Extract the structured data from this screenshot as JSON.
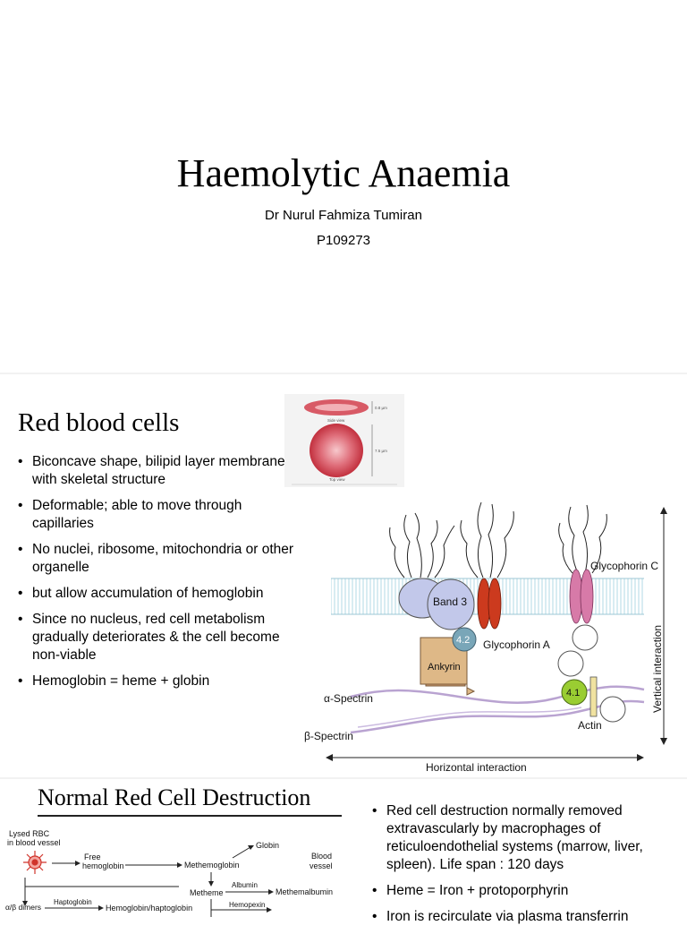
{
  "slide1": {
    "title": "Haemolytic Anaemia",
    "author": "Dr Nurul Fahmiza Tumiran",
    "id": "P109273"
  },
  "slide2": {
    "title": "Red blood cells",
    "bullets": [
      "Biconcave shape, bilipid layer membrane with skeletal structure",
      "Deformable; able to move through capillaries",
      "No nuclei, ribosome, mitochondria or other organelle",
      "but allow accumulation of hemoglobin",
      "Since no nucleus, red cell metabolism gradually deteriorates & the cell become non-viable",
      "Hemoglobin = heme + globin"
    ],
    "rbc_figure": {
      "side_label": "Side view",
      "top_label": "Top view",
      "dim1": "0.8 µm",
      "dim2": "7.5 µm"
    },
    "membrane_diagram": {
      "band3": "Band 3",
      "band42": "4.2",
      "glycophorin_a": "Glycophorin A",
      "glycophorin_c": "Glycophorin C",
      "ankyrin": "Ankyrin",
      "alpha_spectrin": "α-Spectrin",
      "beta_spectrin": "β-Spectrin",
      "band41": "4.1",
      "actin": "Actin",
      "vertical": "Vertical interaction",
      "horizontal": "Horizontal interaction"
    }
  },
  "slide3": {
    "title": "Normal Red Cell Destruction",
    "bullets": [
      "Red cell destruction normally removed extravascularly by macrophages of reticuloendothelial systems (marrow, liver, spleen). Life span : 120 days",
      "Heme = Iron + protoporphyrin",
      "Iron is recirculate via plasma transferrin"
    ],
    "pathway": {
      "lysed": "Lysed RBC",
      "in_vessel": "in blood vessel",
      "free": "Free",
      "hemoglobin": "hemoglobin",
      "methemoglobin": "Methemoglobin",
      "globin": "Globin",
      "blood": "Blood",
      "vessel": "vessel",
      "metheme": "Metheme",
      "albumin": "Albumin",
      "methemalbumin": "Methemalbumin",
      "hemopexin": "Hemopexin",
      "dimers": "α/β dimers",
      "haptoglobin": "Haptoglobin",
      "hb_hp": "Hemoglobin/haptoglobin"
    }
  }
}
